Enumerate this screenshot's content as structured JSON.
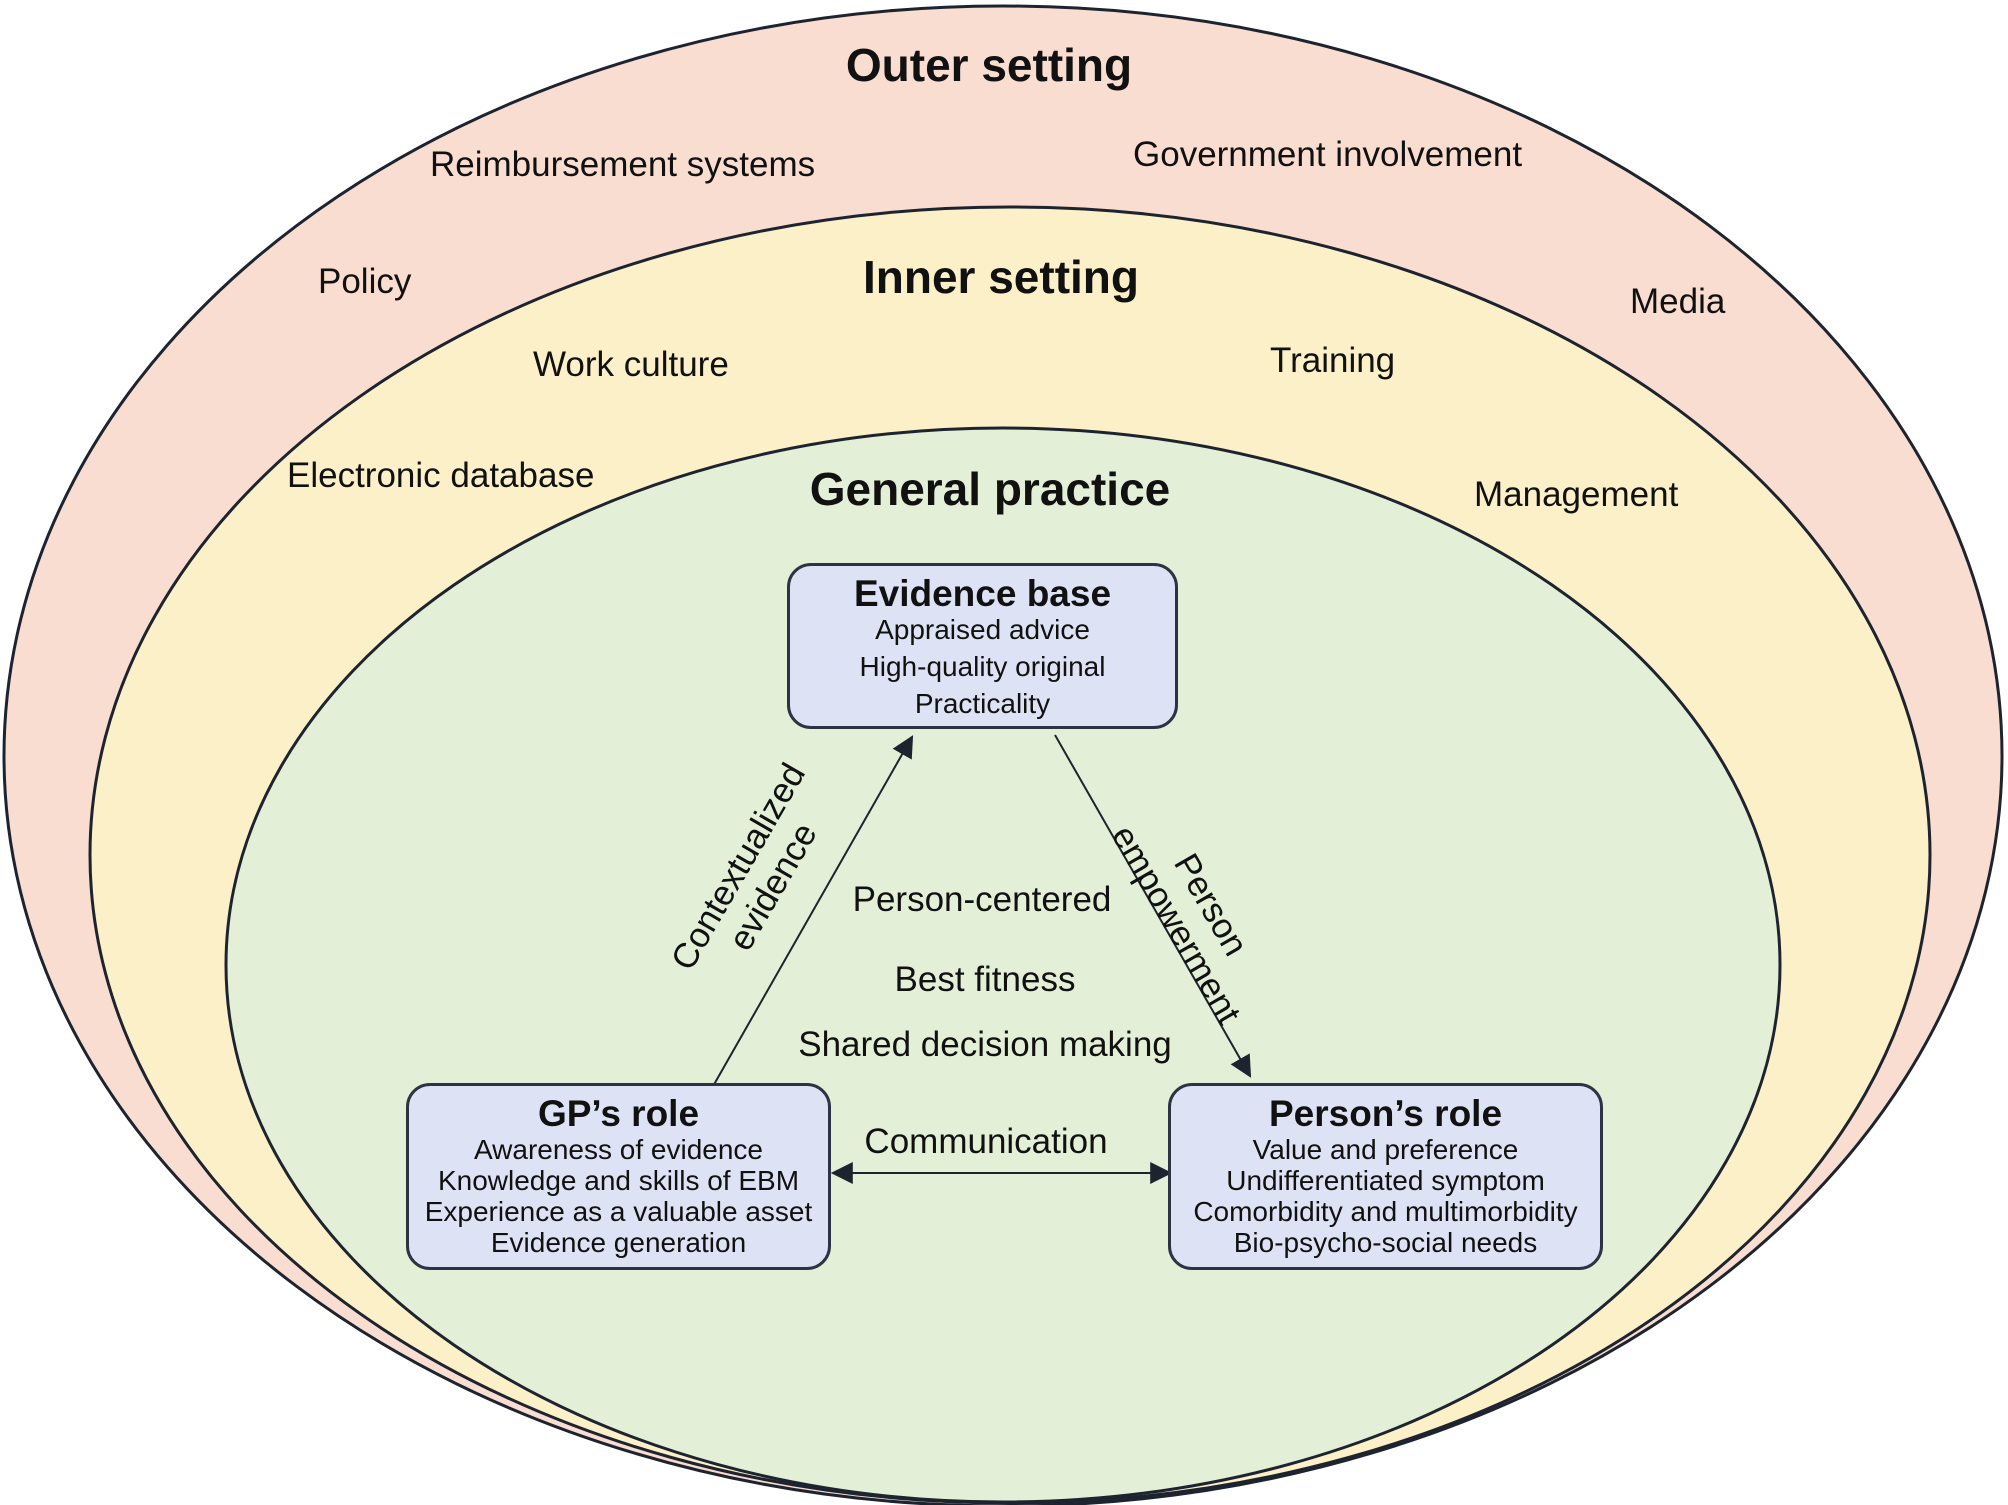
{
  "outer_setting": {
    "title": "Outer setting",
    "items": [
      "Reimbursement systems",
      "Government involvement",
      "Policy",
      "Media"
    ]
  },
  "inner_setting": {
    "title": "Inner setting",
    "items": [
      "Work culture",
      "Training",
      "Electronic database",
      "Management"
    ]
  },
  "general_practice": {
    "title": "General practice",
    "center_text": [
      "Person-centered",
      "Best fitness",
      "Shared decision making"
    ]
  },
  "evidence_base": {
    "title": "Evidence base",
    "lines": [
      "Appraised advice",
      "High-quality original",
      "Practicality"
    ]
  },
  "gp_role": {
    "title": "GP’s role",
    "lines": [
      "Awareness of evidence",
      "Knowledge and skills of EBM",
      "Experience as a valuable asset",
      "Evidence generation"
    ]
  },
  "person_role": {
    "title": "Person’s role",
    "lines": [
      "Value and preference",
      "Undifferentiated symptom",
      "Comorbidity and multimorbidity",
      "Bio-psycho-social needs"
    ]
  },
  "links": {
    "gp_to_evidence": [
      "Contextualized",
      "evidence"
    ],
    "evidence_to_person": [
      "Person",
      "empowerment"
    ],
    "gp_person": "Communication"
  },
  "colors": {
    "outer_fill": "#f9ddd0",
    "inner_fill": "#fcf0c9",
    "practice_fill": "#e3efd6",
    "box_fill": "#dde3f4",
    "stroke": "#1d2430"
  }
}
